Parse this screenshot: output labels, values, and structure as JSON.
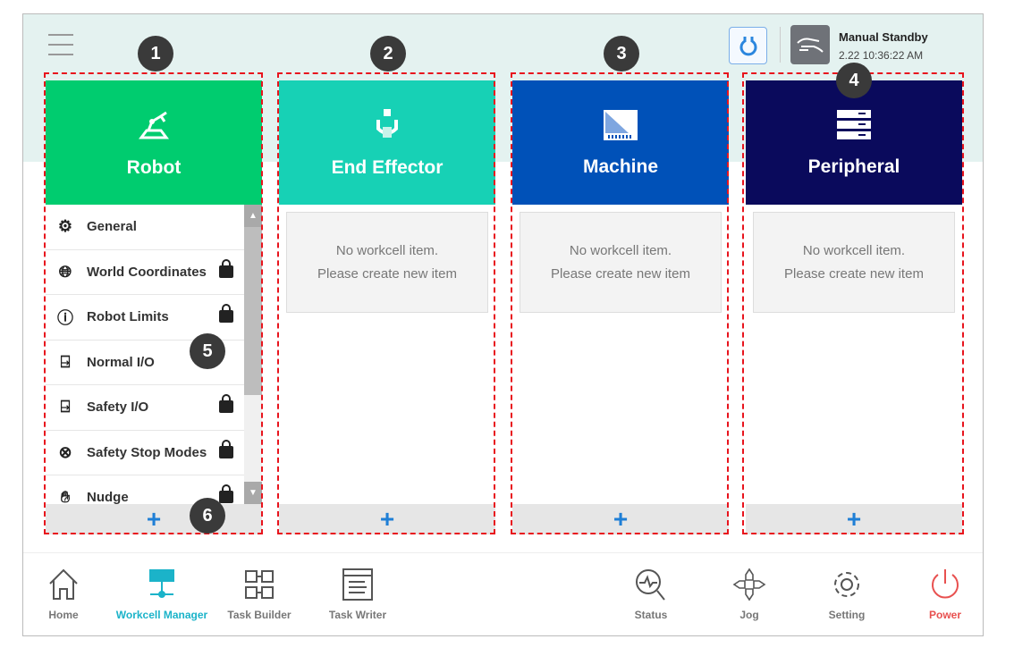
{
  "header": {
    "mode_title": "Manual Standby",
    "mode_datetime": "2.22 10:36:22 AM",
    "icons": [
      "menu-icon",
      "refresh-icon",
      "hand-guide-icon"
    ]
  },
  "columns": [
    {
      "title": "Robot",
      "color": "#00cc6f",
      "icon": "robot-arm-icon",
      "items": [
        {
          "label": "General",
          "icon": "robot-icon",
          "locked": false
        },
        {
          "label": "World Coordinates",
          "icon": "globe-icon",
          "locked": true
        },
        {
          "label": "Robot Limits",
          "icon": "limit-icon",
          "locked": true
        },
        {
          "label": "Normal I/O",
          "icon": "io-icon",
          "locked": false
        },
        {
          "label": "Safety I/O",
          "icon": "io-icon",
          "locked": true
        },
        {
          "label": "Safety Stop Modes",
          "icon": "stop-icon",
          "locked": true
        },
        {
          "label": "Nudge",
          "icon": "nudge-icon",
          "locked": true
        }
      ],
      "add": "+"
    },
    {
      "title": "End Effector",
      "color": "#17d1b5",
      "icon": "gripper-icon",
      "empty_line1": "No workcell item.",
      "empty_line2": "Please create new item",
      "add": "+"
    },
    {
      "title": "Machine",
      "color": "#0051b8",
      "icon": "machine-icon",
      "empty_line1": "No workcell item.",
      "empty_line2": "Please create new item",
      "add": "+"
    },
    {
      "title": "Peripheral",
      "color": "#0a0a5c",
      "icon": "server-icon",
      "empty_line1": "No workcell item.",
      "empty_line2": "Please create new item",
      "add": "+"
    }
  ],
  "badges": [
    "1",
    "2",
    "3",
    "4",
    "5",
    "6"
  ],
  "nav": {
    "home": "Home",
    "workcell": "Workcell Manager",
    "task_builder": "Task Builder",
    "task_writer": "Task Writer",
    "status": "Status",
    "jog": "Jog",
    "setting": "Setting",
    "power": "Power"
  },
  "colors": {
    "active": "#1bb3c9",
    "power": "#e8504f",
    "add": "#1f7fd6",
    "annotation": "#e8141d"
  }
}
